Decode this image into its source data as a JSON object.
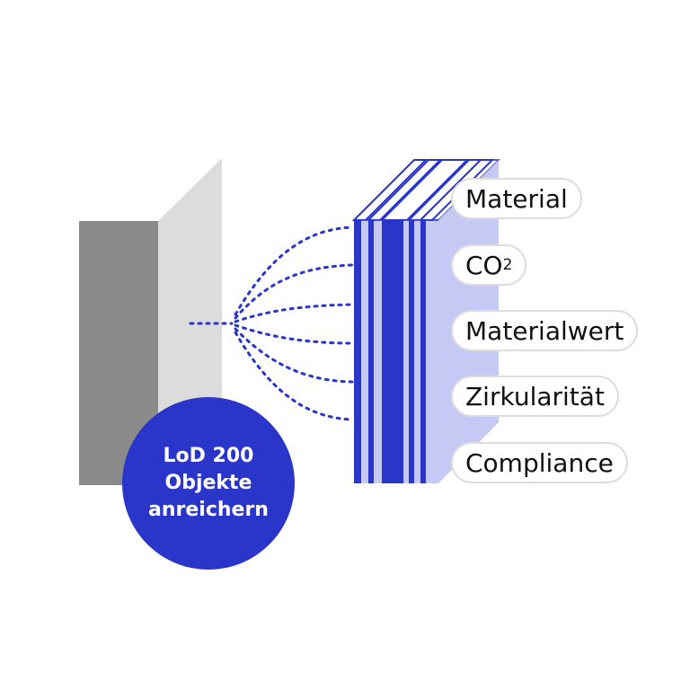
{
  "colors": {
    "primary_blue": "#2a35c9",
    "light_blue": "#c5c9f4",
    "dark_gray": "#8a8a8a",
    "light_gray": "#dcdcdc",
    "pill_border": "#dddde0"
  },
  "circle": {
    "line1": "LoD 200",
    "line2": "Objekte",
    "line3": "anreichern"
  },
  "attributes": [
    {
      "label": "Material"
    },
    {
      "label": "CO",
      "sub": "2"
    },
    {
      "label": "Materialwert"
    },
    {
      "label": "Zirkularität"
    },
    {
      "label": "Compliance"
    }
  ]
}
